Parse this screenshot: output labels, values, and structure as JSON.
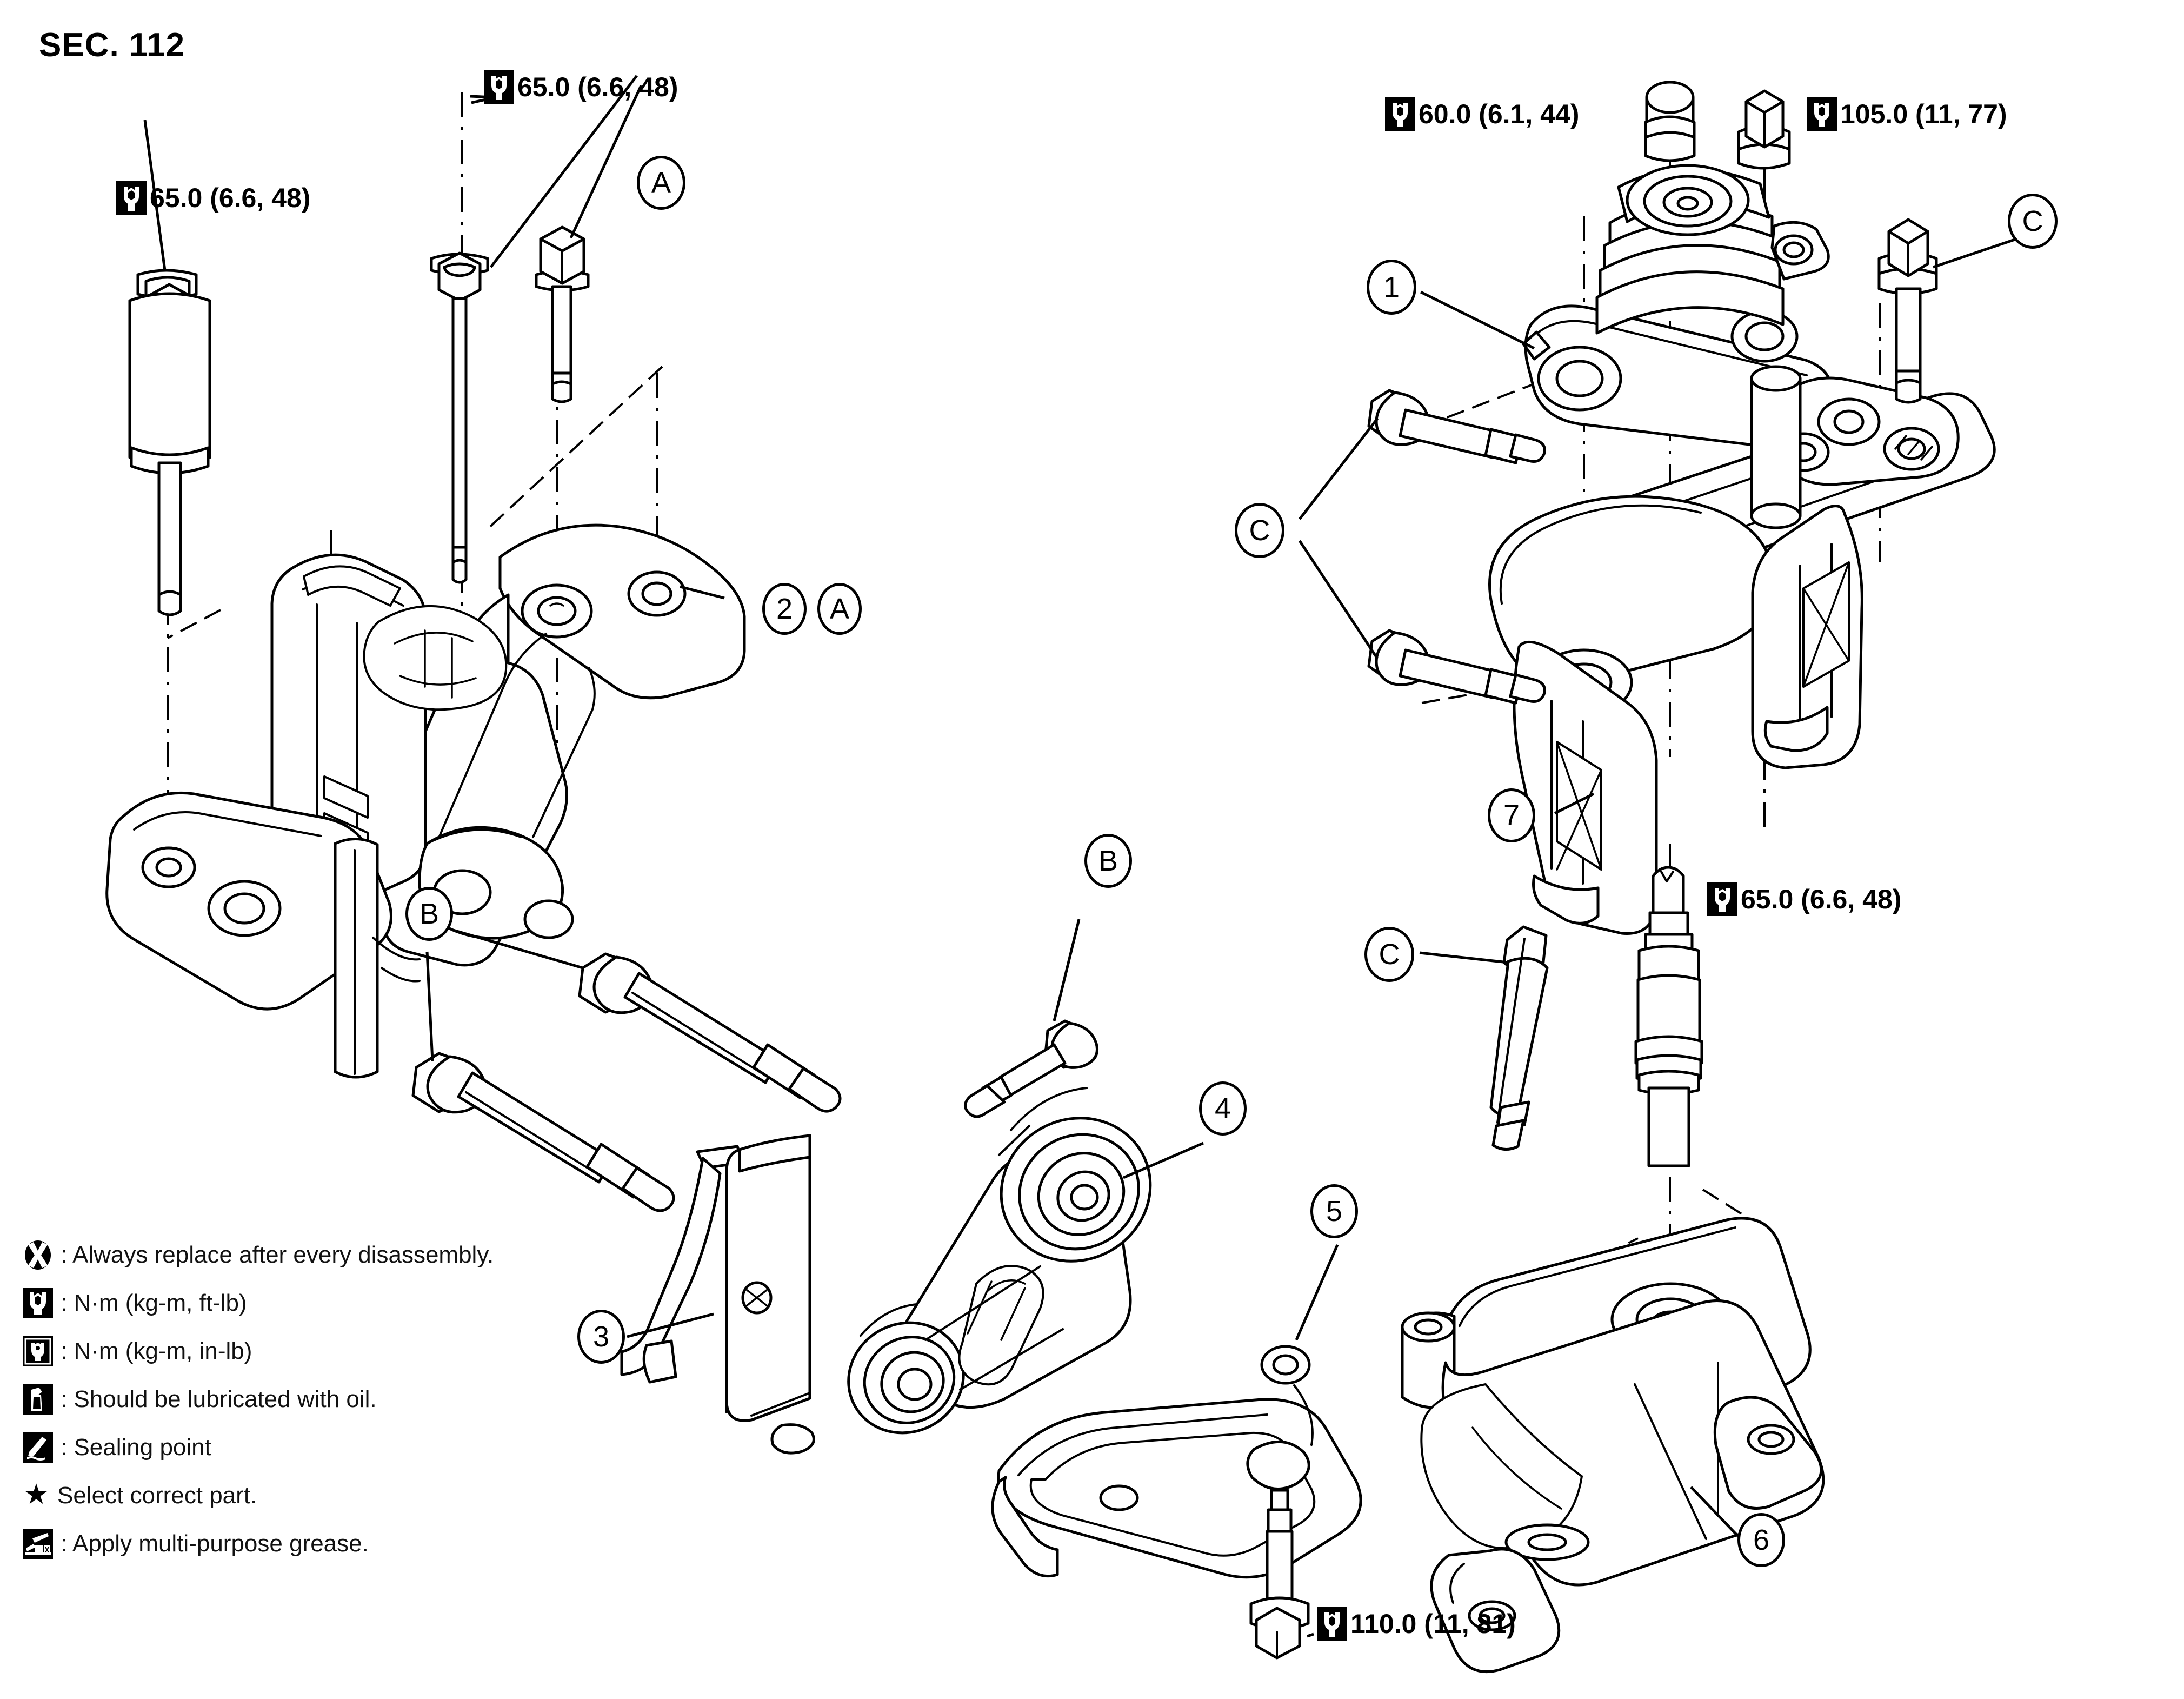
{
  "page": {
    "section_title": "SEC. 112",
    "domain_hint": "automotive exploded parts diagram, engine mounting"
  },
  "torque_specs": [
    {
      "id": "tq-top-left",
      "icon": "torque-wrench-ft-lb-icon",
      "value": "65.0 (6.6, 48)"
    },
    {
      "id": "tq-damper",
      "icon": "torque-wrench-ft-lb-icon",
      "value": "65.0 (6.6, 48)"
    },
    {
      "id": "tq-right-upper-1",
      "icon": "torque-wrench-ft-lb-icon",
      "value": "60.0 (6.1, 44)"
    },
    {
      "id": "tq-right-upper-2",
      "icon": "torque-wrench-ft-lb-icon",
      "value": "105.0 (11, 77)"
    },
    {
      "id": "tq-right-mid",
      "icon": "torque-wrench-ft-lb-icon",
      "value": "65.0 (6.6, 48)"
    },
    {
      "id": "tq-bottom",
      "icon": "torque-wrench-ft-lb-icon",
      "value": "110.0 (11, 81)"
    }
  ],
  "callouts": [
    {
      "id": "c-A-top",
      "label": "A"
    },
    {
      "id": "c-2",
      "label": "2"
    },
    {
      "id": "c-A-part2",
      "label": "A"
    },
    {
      "id": "c-B-left",
      "label": "B"
    },
    {
      "id": "c-B-right",
      "label": "B"
    },
    {
      "id": "c-3",
      "label": "3"
    },
    {
      "id": "c-4",
      "label": "4"
    },
    {
      "id": "c-5",
      "label": "5"
    },
    {
      "id": "c-1",
      "label": "1"
    },
    {
      "id": "c-C-upper",
      "label": "C"
    },
    {
      "id": "c-C-left",
      "label": "C"
    },
    {
      "id": "c-7",
      "label": "7"
    },
    {
      "id": "c-C-lower",
      "label": "C"
    },
    {
      "id": "c-6",
      "label": "6"
    }
  ],
  "legend": {
    "items": [
      {
        "icon": "replace-after-disassembly-icon",
        "text": ": Always replace after every disassembly."
      },
      {
        "icon": "torque-wrench-ft-lb-icon",
        "text": ": N·m (kg-m, ft-lb)"
      },
      {
        "icon": "torque-wrench-in-lb-icon",
        "text": ": N·m (kg-m, in-lb)"
      },
      {
        "icon": "oil-lubricate-icon",
        "text": ": Should be lubricated with oil."
      },
      {
        "icon": "sealing-point-icon",
        "text": ": Sealing point"
      },
      {
        "icon": "star-icon",
        "text": "Select correct part."
      },
      {
        "icon": "multi-purpose-grease-icon",
        "text": ": Apply multi-purpose grease."
      }
    ]
  },
  "colors": {
    "line": "#000000",
    "background": "#ffffff"
  }
}
